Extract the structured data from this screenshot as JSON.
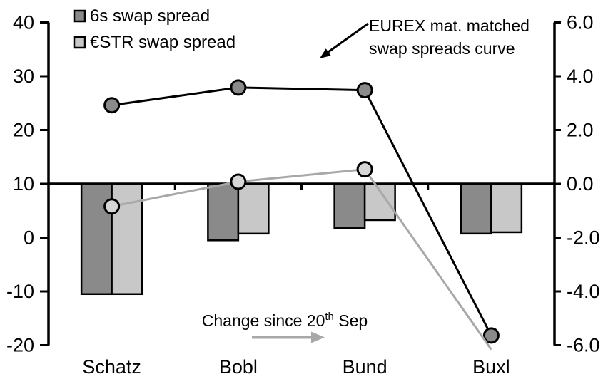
{
  "chart_data": {
    "type": "combo",
    "title": "",
    "categories": [
      "Schatz",
      "Bobl",
      "Bund",
      "Buxl"
    ],
    "left_axis": {
      "min": -20,
      "max": 40,
      "ticks": [
        40,
        30,
        20,
        10,
        0,
        -10,
        -20
      ],
      "tick_labels": [
        "40",
        "30",
        "20",
        "10",
        "0",
        "-10",
        "-20"
      ]
    },
    "right_axis": {
      "min": -6,
      "max": 6,
      "ticks": [
        6,
        4,
        2,
        0,
        -2,
        -4,
        -6
      ],
      "tick_labels": [
        "6.0",
        "4.0",
        "2.0",
        "0.0",
        "-2.0",
        "-4.0",
        "-6.0"
      ]
    },
    "baseline_left_value": 10,
    "grid": false,
    "legend_position": "top-left",
    "bar_series": [
      {
        "name": "6s swap spread",
        "axis": "right",
        "fill": "#8a8a8a",
        "stroke": "#000000",
        "values": [
          -4.1,
          -2.1,
          -1.65,
          -1.85
        ]
      },
      {
        "name": "€STR swap spread",
        "axis": "right",
        "fill": "#c8c8c8",
        "stroke": "#000000",
        "values": [
          -4.1,
          -1.85,
          -1.35,
          -1.8
        ]
      }
    ],
    "line_series": [
      {
        "name": "6s swap spread curve",
        "axis": "left",
        "line_color": "#000000",
        "marker_fill": "#8a8a8a",
        "marker_stroke": "#000000",
        "values": [
          24.6,
          27.9,
          27.4,
          -18.2
        ],
        "markers": [
          true,
          true,
          true,
          true
        ]
      },
      {
        "name": "€STR swap spread curve",
        "axis": "left",
        "line_color": "#a8a8a8",
        "marker_fill": "#d6d6d6",
        "marker_stroke": "#000000",
        "values": [
          5.8,
          10.4,
          12.7,
          -20.8
        ],
        "markers": [
          true,
          true,
          true,
          false
        ]
      }
    ],
    "legend": [
      {
        "label": "6s swap spread",
        "swatch_color": "#8a8a8a"
      },
      {
        "label": "€STR swap spread",
        "swatch_color": "#c8c8c8"
      }
    ],
    "annotations": {
      "curve_label": {
        "lines": [
          "EUREX mat. matched",
          "swap spreads curve"
        ],
        "arrow_color": "#000000"
      },
      "change_label": {
        "prefix": "Change since 20",
        "superscript": "th",
        "suffix": " Sep",
        "arrow_color": "#a8a8a8"
      }
    }
  }
}
